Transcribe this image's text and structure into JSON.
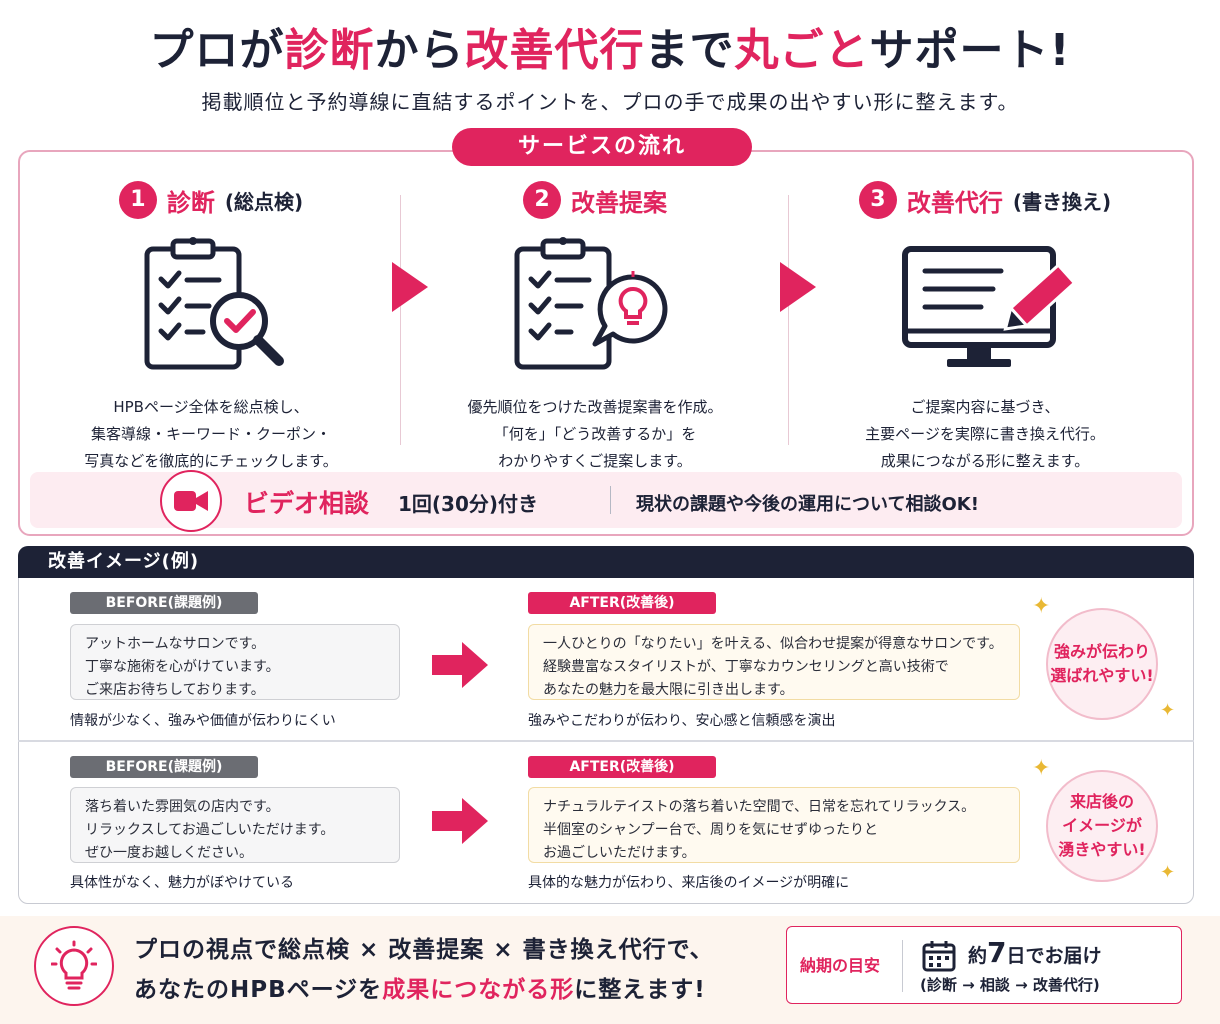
{
  "headline": {
    "parts": [
      "プロが",
      "診断",
      "から",
      "改善代行",
      "まで",
      "丸ごと",
      "サポート!"
    ]
  },
  "subline": "掲載順位と予約導線に直結するポイントを、プロの手で成果の出やすい形に整えます。",
  "flow": {
    "tab_label": "サービスの流れ",
    "steps": [
      {
        "num": "1",
        "title": "診断",
        "sub": "(総点検)",
        "icon": "clipboard-magnifier-icon",
        "desc": [
          "HPBページ全体を総点検し、",
          "集客導線・キーワード・クーポン・",
          "写真などを徹底的にチェックします。"
        ]
      },
      {
        "num": "2",
        "title": "改善提案",
        "sub": "",
        "icon": "clipboard-lightbulb-icon",
        "desc": [
          "優先順位をつけた改善提案書を作成。",
          "「何を」「どう改善するか」を",
          "わかりやすくご提案します。"
        ]
      },
      {
        "num": "3",
        "title": "改善代行",
        "sub": "(書き換え)",
        "icon": "monitor-pencil-icon",
        "desc": [
          "ご提案内容に基づき、",
          "主要ページを実際に書き換え代行。",
          "成果につながる形に整えます。"
        ]
      }
    ]
  },
  "video": {
    "title": "ビデオ相談",
    "count": "1回(30分)付き",
    "note": "現状の課題や今後の運用について相談OK!"
  },
  "improvement": {
    "header": "改善イメージ(例)",
    "examples": [
      {
        "before_tag": "BEFORE(課題例)",
        "before_lines": [
          "アットホームなサロンです。",
          "丁寧な施術を心がけています。",
          "ご来店お待ちしております。"
        ],
        "before_caption": "情報が少なく、強みや価値が伝わりにくい",
        "after_tag": "AFTER(改善後)",
        "after_lines": [
          "一人ひとりの「なりたい」を叶える、似合わせ提案が得意なサロンです。",
          "経験豊富なスタイリストが、丁寧なカウンセリングと高い技術で",
          "あなたの魅力を最大限に引き出します。"
        ],
        "after_caption": "強みやこだわりが伝わり、安心感と信頼感を演出",
        "badge": [
          "強みが伝わり",
          "選ばれやすい!"
        ]
      },
      {
        "before_tag": "BEFORE(課題例)",
        "before_lines": [
          "落ち着いた雰囲気の店内です。",
          "リラックスしてお過ごしいただけます。",
          "ぜひ一度お越しください。"
        ],
        "before_caption": "具体性がなく、魅力がぼやけている",
        "after_tag": "AFTER(改善後)",
        "after_lines": [
          "ナチュラルテイストの落ち着いた空間で、日常を忘れてリラックス。",
          "半個室のシャンプー台で、周りを気にせずゆったりと",
          "お過ごしいただけます。"
        ],
        "after_caption": "具体的な魅力が伝わり、来店後のイメージが明確に",
        "badge": [
          "来店後の",
          "イメージが",
          "湧きやすい!"
        ]
      }
    ]
  },
  "bottom": {
    "line1": "プロの視点で総点検 × 改善提案 × 書き換え代行で、",
    "line2_pre": "あなたのHPBページを",
    "line2_em": "成果につながる形",
    "line2_post": "に整えます!",
    "delivery_label": "納期の目安",
    "delivery_pre": "約",
    "delivery_days": "7",
    "delivery_post": "日でお届け",
    "delivery_sub": "(診断 → 相談 → 改善代行)"
  },
  "colors": {
    "accent": "#e0245e",
    "navy": "#1d2236",
    "gold": "#e9b834"
  }
}
